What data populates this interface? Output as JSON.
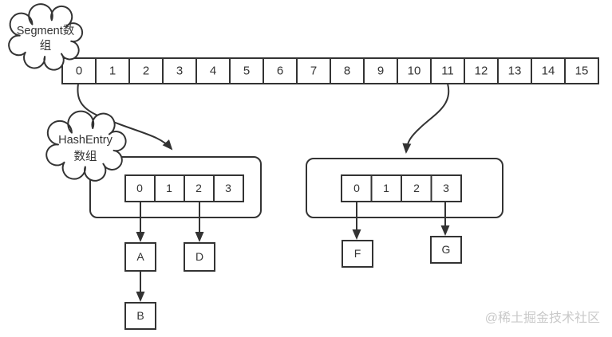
{
  "clouds": {
    "segment": {
      "label": "Segment数组",
      "line1": "Segment数",
      "line2": "组"
    },
    "hashentry": {
      "label": "HashEntry数组",
      "line1": "HashEntry",
      "line2": "数组"
    }
  },
  "segment_array": {
    "cells": [
      "0",
      "1",
      "2",
      "3",
      "4",
      "5",
      "6",
      "7",
      "8",
      "9",
      "10",
      "11",
      "12",
      "13",
      "14",
      "15"
    ]
  },
  "left_bucket": {
    "cells": [
      "0",
      "1",
      "2",
      "3"
    ],
    "node_a": "A",
    "node_b": "B",
    "node_d": "D"
  },
  "right_bucket": {
    "cells": [
      "0",
      "1",
      "2",
      "3"
    ],
    "node_f": "F",
    "node_g": "G"
  },
  "watermark": "@稀土掘金技术社区",
  "colors": {
    "stroke": "#333333",
    "text": "#333333",
    "watermark": "#c9c9c9",
    "background": "#ffffff"
  }
}
